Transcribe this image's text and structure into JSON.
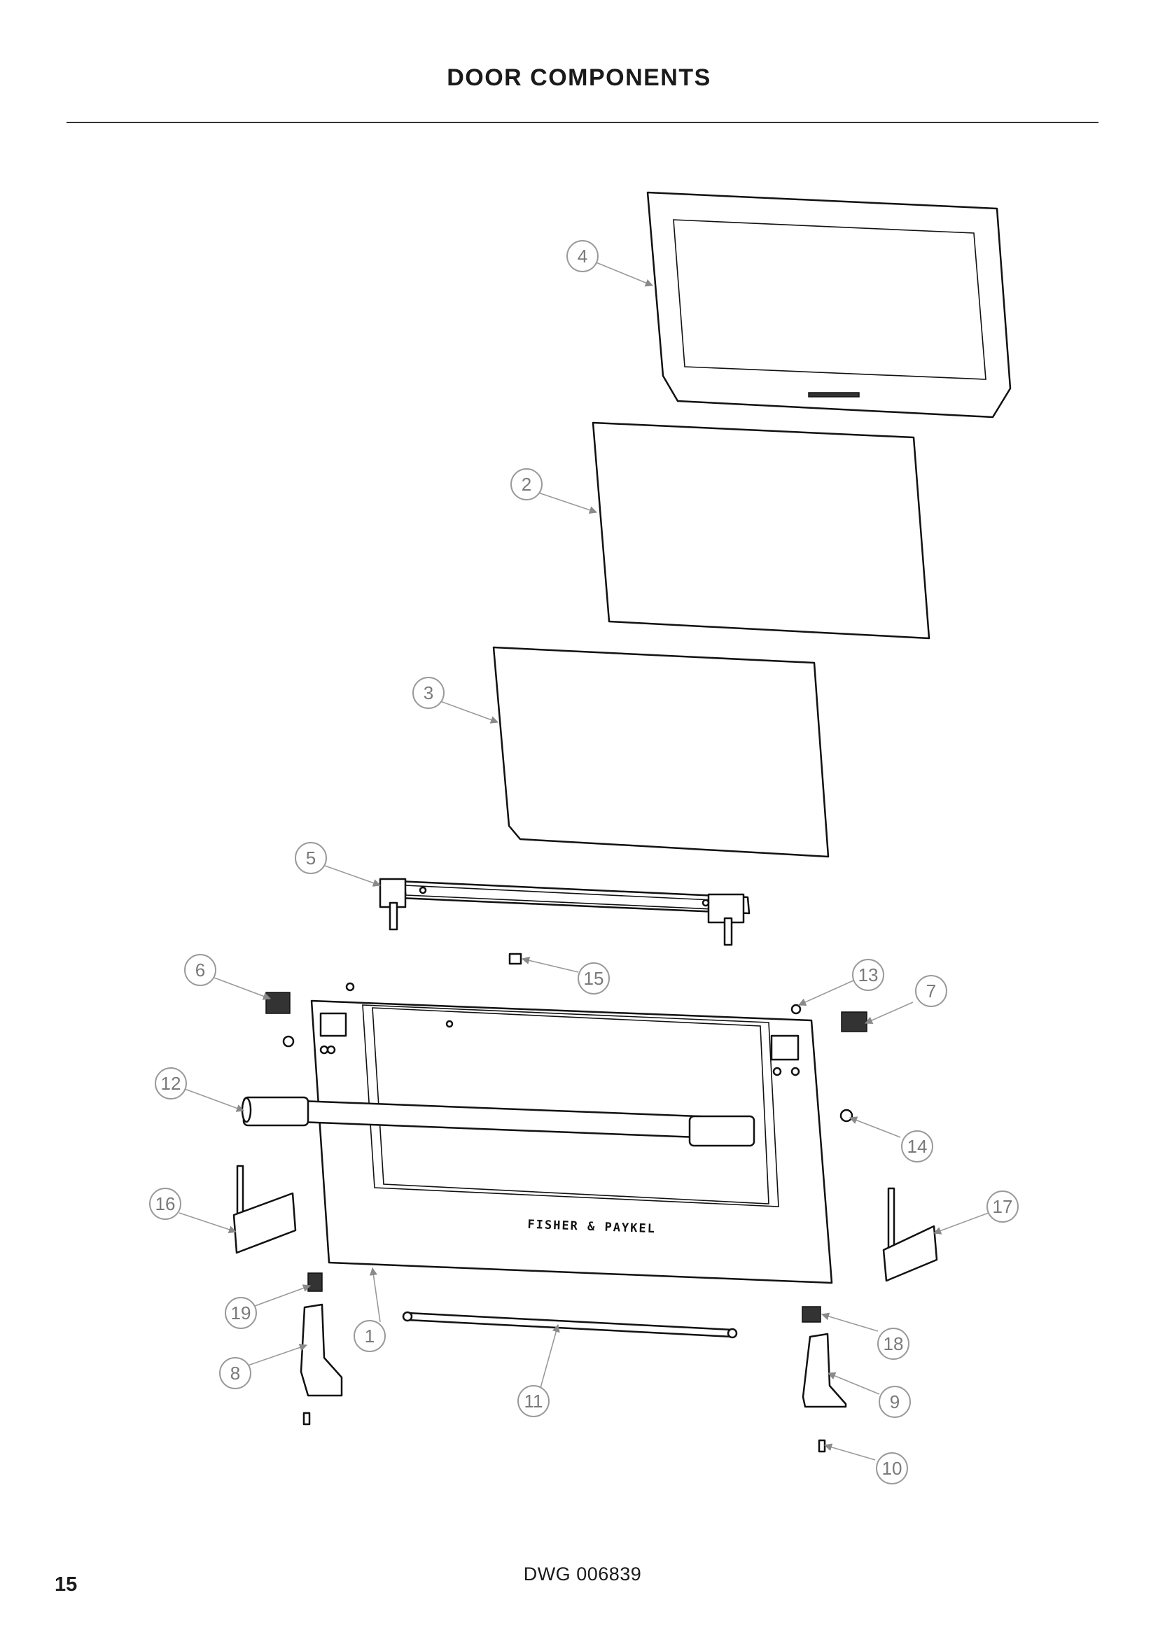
{
  "page": {
    "title": "DOOR COMPONENTS",
    "drawing_number": "DWG 006839",
    "page_number": "15"
  },
  "diagram": {
    "brand_mark": "FISHER & PAYKEL",
    "callouts": [
      {
        "id": "c1",
        "label": "1"
      },
      {
        "id": "c2",
        "label": "2"
      },
      {
        "id": "c3",
        "label": "3"
      },
      {
        "id": "c4",
        "label": "4"
      },
      {
        "id": "c5",
        "label": "5"
      },
      {
        "id": "c6",
        "label": "6"
      },
      {
        "id": "c7",
        "label": "7"
      },
      {
        "id": "c8",
        "label": "8"
      },
      {
        "id": "c9",
        "label": "9"
      },
      {
        "id": "c10",
        "label": "10"
      },
      {
        "id": "c11",
        "label": "11"
      },
      {
        "id": "c12",
        "label": "12"
      },
      {
        "id": "c13",
        "label": "13"
      },
      {
        "id": "c14",
        "label": "14"
      },
      {
        "id": "c15",
        "label": "15"
      },
      {
        "id": "c16",
        "label": "16"
      },
      {
        "id": "c17",
        "label": "17"
      },
      {
        "id": "c18",
        "label": "18"
      },
      {
        "id": "c19",
        "label": "19"
      }
    ]
  }
}
